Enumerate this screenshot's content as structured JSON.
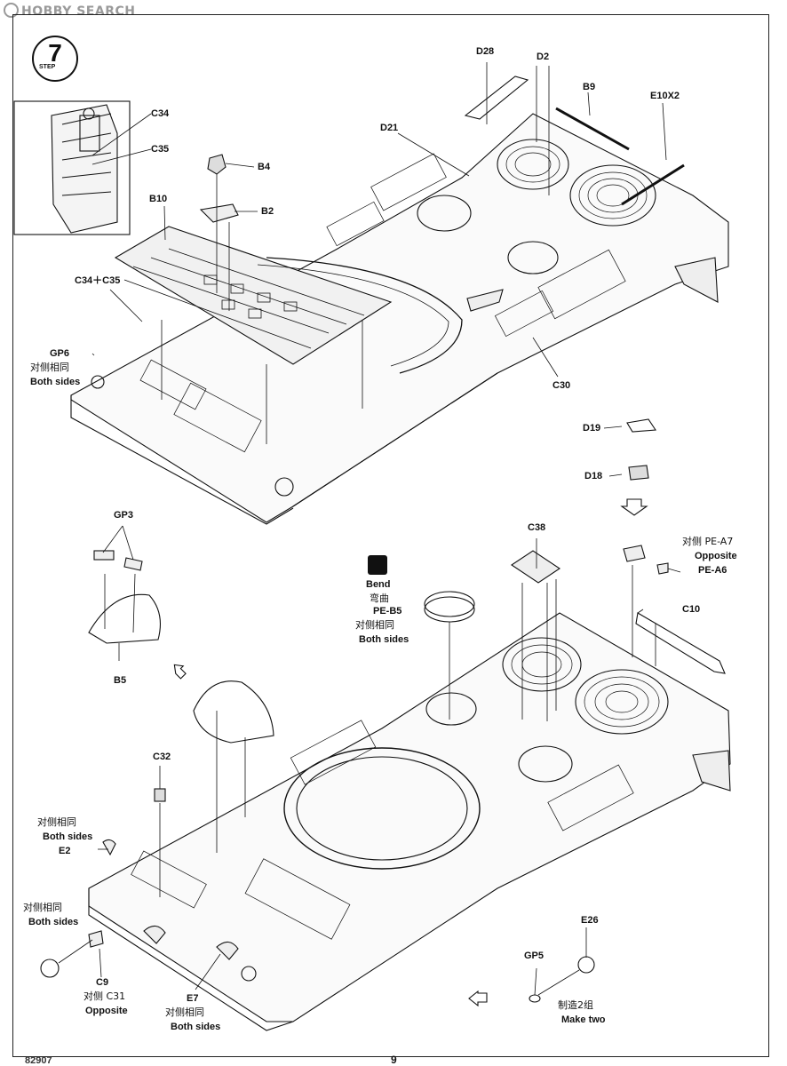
{
  "watermark": "HOBBY SEARCH",
  "step": {
    "number": "7",
    "word": "STEP"
  },
  "labels": {
    "c34": "C34",
    "c35": "C35",
    "b4": "B4",
    "b2": "B2",
    "b10": "B10",
    "c34c35": "C34＋C35",
    "gp6": "GP6",
    "gp6_cn": "对侧相同",
    "gp6_en": "Both sides",
    "d28": "D28",
    "d2": "D2",
    "b9": "B9",
    "e10x2": "E10X2",
    "d21": "D21",
    "c30": "C30",
    "d19": "D19",
    "d18": "D18",
    "gp3": "GP3",
    "b5": "B5",
    "c38": "C38",
    "pea7_cn": "对侧 PE-A7",
    "pea7_en": "Opposite",
    "pea6": "PE-A6",
    "c10": "C10",
    "bend_en": "Bend",
    "bend_cn": "弯曲",
    "peb5": "PE-B5",
    "peb5_cn": "对侧相同",
    "peb5_en": "Both sides",
    "c32": "C32",
    "e2_cn": "对侧相同",
    "e2_en": "Both sides",
    "e2": "E2",
    "c9_side_cn": "对侧相同",
    "c9_side_en": "Both sides",
    "c9": "C9",
    "c31_cn": "对侧 C31",
    "c31_en": "Opposite",
    "e7": "E7",
    "e7_cn": "对侧相同",
    "e7_en": "Both sides",
    "e26": "E26",
    "gp5": "GP5",
    "make_cn": "制造2组",
    "make_en": "Make two"
  },
  "footer": {
    "page_number": "9",
    "doc_code": "82907"
  }
}
